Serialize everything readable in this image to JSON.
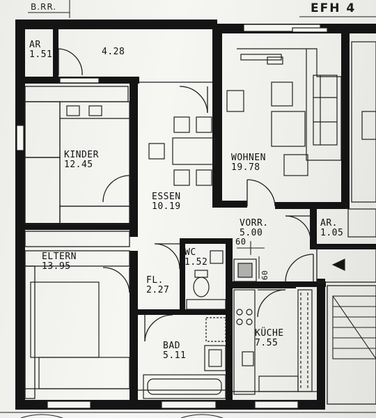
{
  "header": {
    "left_label": "B.RR.",
    "right_label": "EFH 4"
  },
  "rooms": [
    {
      "id": "ar-top",
      "name": "AR",
      "area": "1.51"
    },
    {
      "id": "flur-top",
      "name": "",
      "area": "4.28"
    },
    {
      "id": "kinder",
      "name": "KINDER",
      "area": "12.45"
    },
    {
      "id": "essen",
      "name": "ESSEN",
      "area": "10.19"
    },
    {
      "id": "wohnen",
      "name": "WOHNEN",
      "area": "19.78"
    },
    {
      "id": "vorr",
      "name": "VORR.",
      "area": "5.00"
    },
    {
      "id": "ar-right",
      "name": "AR.",
      "area": "1.05"
    },
    {
      "id": "eltern",
      "name": "ELTERN",
      "area": "13.95"
    },
    {
      "id": "wc",
      "name": "WC",
      "area": "1.52"
    },
    {
      "id": "fl",
      "name": "FL.",
      "area": "2.27"
    },
    {
      "id": "bad",
      "name": "BAD",
      "area": "5.11"
    },
    {
      "id": "kueche",
      "name": "KÜCHE",
      "area": "7.55"
    }
  ],
  "dimensions": {
    "horizontal": "60",
    "vertical": "60"
  },
  "colors": {
    "wall": "#141414",
    "line": "#1f1f1f",
    "paper": "#f2f2ef"
  }
}
